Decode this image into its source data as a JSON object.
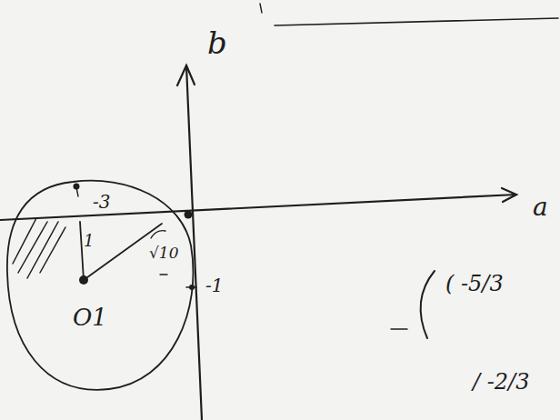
{
  "diagram": {
    "labels": [
      "b",
      "a",
      "-3",
      "1",
      "√10",
      "-1",
      "O1",
      "( -5/3",
      "/ -2/3"
    ]
  }
}
